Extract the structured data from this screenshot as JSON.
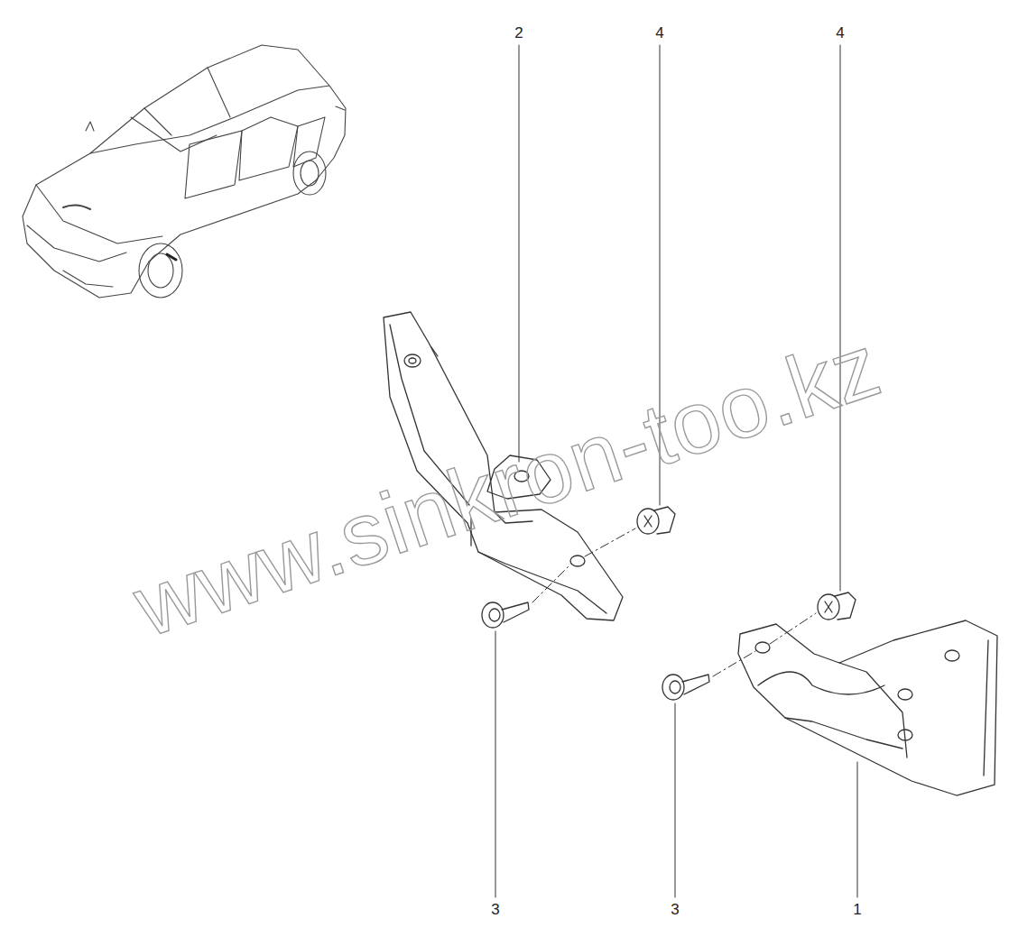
{
  "diagram": {
    "labels": [
      "2",
      "4",
      "4",
      "3",
      "3",
      "1",
      "www.sinkron-too.kz"
    ]
  }
}
